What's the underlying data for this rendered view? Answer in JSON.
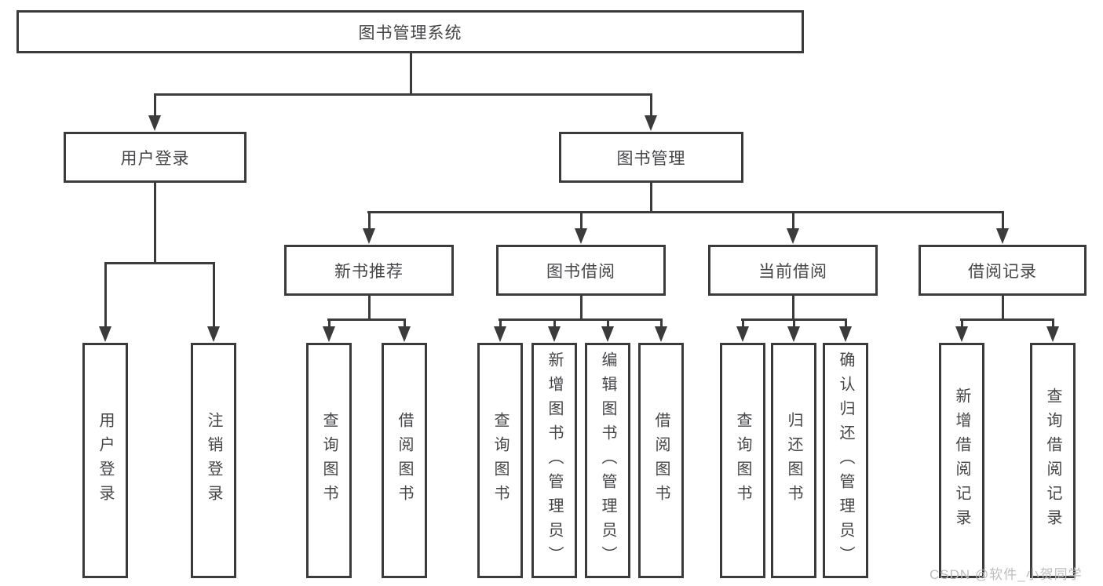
{
  "diagram": {
    "root": {
      "label": "图书管理系统"
    },
    "branches": [
      {
        "label": "用户登录",
        "children": [
          {
            "label": "用户登录"
          },
          {
            "label": "注销登录"
          }
        ]
      },
      {
        "label": "图书管理",
        "children": [
          {
            "label": "新书推荐",
            "children": [
              {
                "label": "查询图书"
              },
              {
                "label": "借阅图书"
              }
            ]
          },
          {
            "label": "图书借阅",
            "children": [
              {
                "label": "查询图书"
              },
              {
                "label": "新增图书（管理员）"
              },
              {
                "label": "编辑图书（管理员）"
              },
              {
                "label": "借阅图书"
              }
            ]
          },
          {
            "label": "当前借阅",
            "children": [
              {
                "label": "查询图书"
              },
              {
                "label": "归还图书"
              },
              {
                "label": "确认归还（管理员）"
              }
            ]
          },
          {
            "label": "借阅记录",
            "children": [
              {
                "label": "新增借阅记录"
              },
              {
                "label": "查询借阅记录"
              }
            ]
          }
        ]
      }
    ]
  },
  "watermark": {
    "text": "CSDN @软件_小贺同学"
  },
  "colors": {
    "line": "#3b3b3b",
    "text": "#454548",
    "watermark": "#bdbdbd",
    "background": "#ffffff"
  }
}
